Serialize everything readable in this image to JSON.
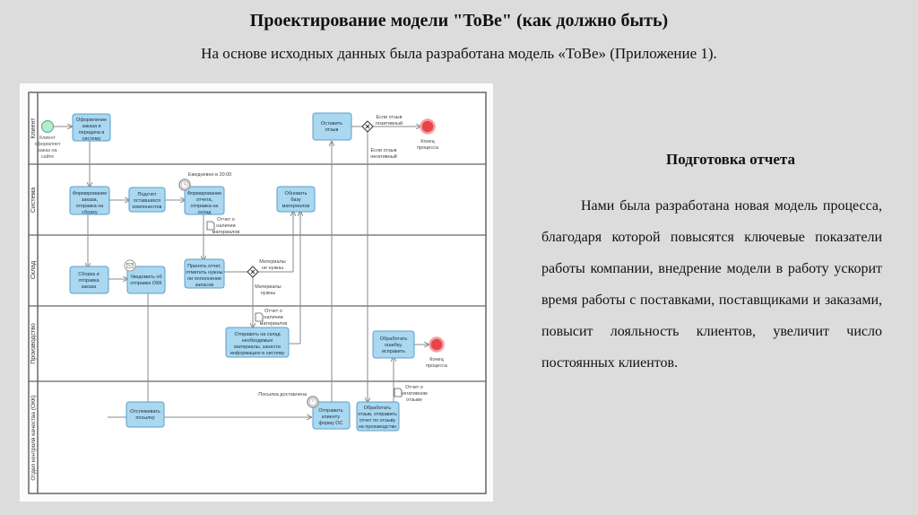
{
  "slide": {
    "title": "Проектирование модели \"ToBe\" (как должно быть)",
    "subtitle": "На основе исходных данных была разработана модель «ToBe» (Приложение 1).",
    "side_title": "Подготовка отчета",
    "side_text": "Нами была разработана новая модель процесса, благодаря которой повысятся ключевые показатели работы компании, внедрение модели в работу ускорит время работы с поставками, поставщиками и заказами, повысит лояльность клиентов, увеличит число постоянных клиентов."
  },
  "diagram": {
    "colors": {
      "task_fill": "#a9d8f0",
      "task_stroke": "#5b9ec9",
      "start_fill": "#b8ecc8",
      "end_fill": "#e8454b"
    },
    "lanes": [
      "Клиент",
      "Система",
      "Склад",
      "Производство",
      "Отдел контроля качества (ОКК)"
    ],
    "start_label": [
      "Клиент",
      "оформляет",
      "заказ на",
      "сайте"
    ],
    "tasks": {
      "t1": [
        "Оформление",
        "заказа и",
        "передача в",
        "систему"
      ],
      "t2": [
        "Формирование",
        "заказа,",
        "отправка на",
        "сборку"
      ],
      "t3": [
        "Подсчет",
        "оставшихся",
        "компонентов"
      ],
      "t4": [
        "Формирование",
        "отчета,",
        "отправка на",
        "склад"
      ],
      "t5": [
        "Обновить",
        "базу",
        "материалов"
      ],
      "t6": [
        "Сборка и",
        "отправка",
        "заказа"
      ],
      "t7": [
        "Уведомить об",
        "отправке ОКК"
      ],
      "t8": [
        "Принять отчет,",
        "отметить нужны",
        "ли пополнение",
        "запасов"
      ],
      "t9": [
        "Отправить на склад",
        "необходимые",
        "материалы, занести",
        "информацию в систему"
      ],
      "t10": [
        "Оставить",
        "отзыв"
      ],
      "t11": [
        "Отслеживать",
        "посылку"
      ],
      "t12": [
        "Отправить",
        "клиенту",
        "форму ОС"
      ],
      "t13": [
        "Обработать",
        "отзыв, отправить",
        "отчет по отзыву",
        "на производство"
      ],
      "t14": [
        "Обработать",
        "ошибку,",
        "исправить"
      ]
    },
    "labels": {
      "daily": "Ежедневно в 20:00",
      "doc1": [
        "Отчет о",
        "наличии",
        "материалов"
      ],
      "doc2": [
        "Отчет о",
        "наличии",
        "материалов"
      ],
      "doc3": [
        "Отчет о",
        "негативном",
        "отзыве"
      ],
      "mat_no": [
        "Материалы",
        "не нужны"
      ],
      "mat_yes": [
        "Материалы",
        "нужны"
      ],
      "pos": [
        "Если отзыв",
        "позитивный"
      ],
      "neg": [
        "Если отзыв",
        "негативный"
      ],
      "end1": [
        "Конец",
        "процесса"
      ],
      "end2": [
        "Конец",
        "процесса"
      ],
      "delivered": "Посылка доставлена"
    }
  }
}
